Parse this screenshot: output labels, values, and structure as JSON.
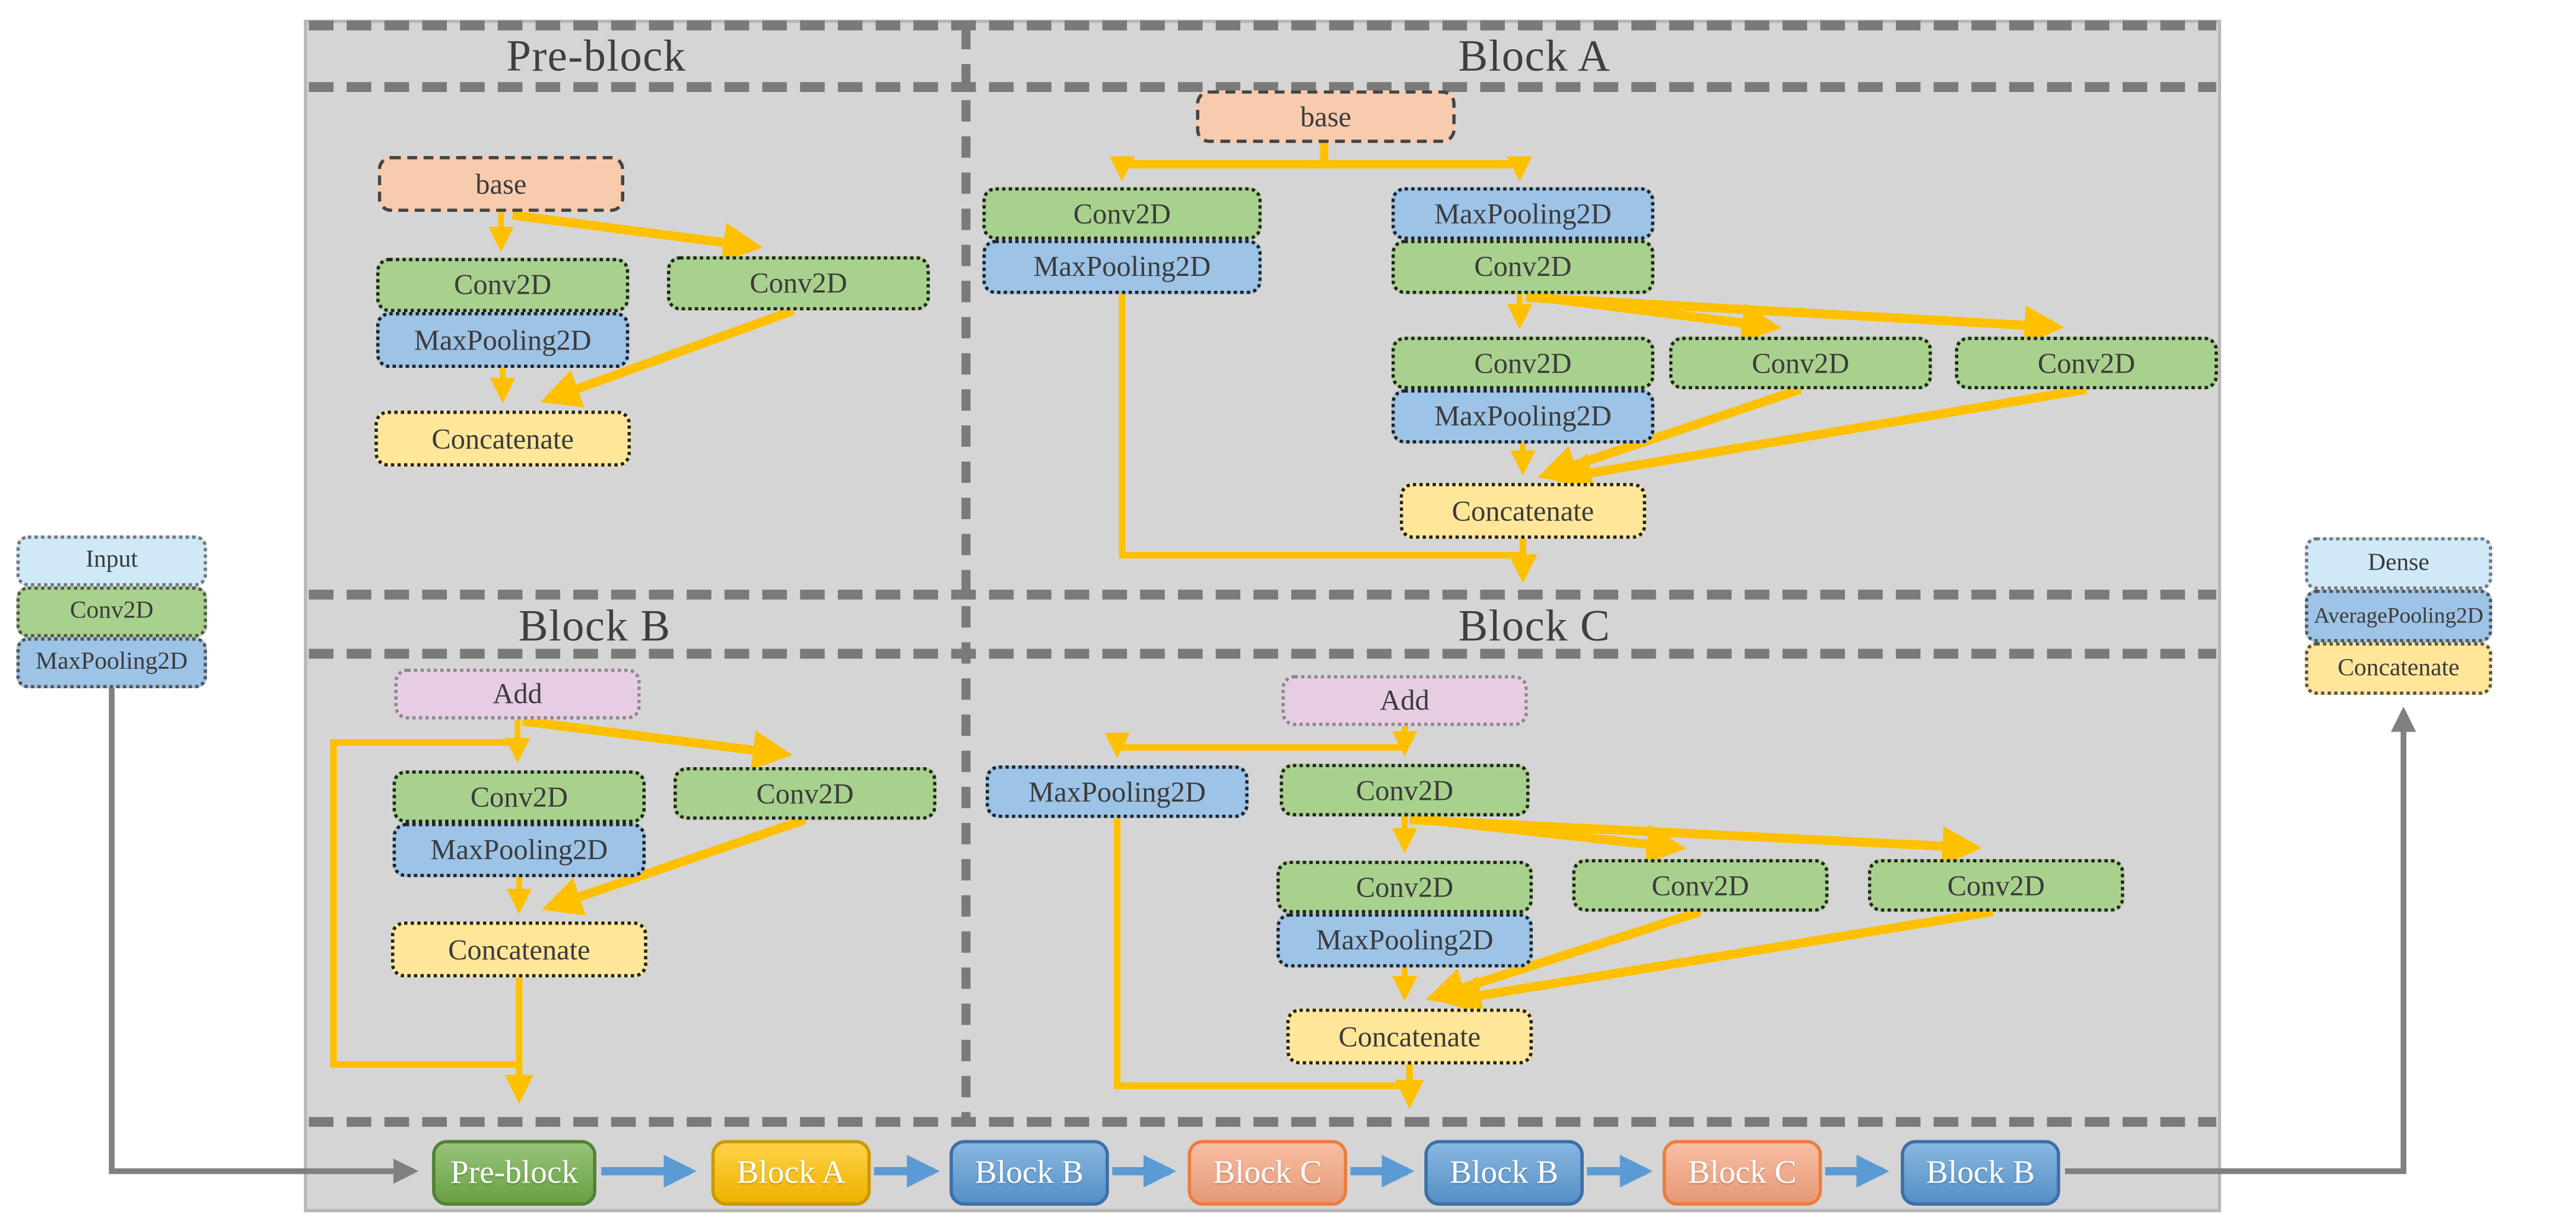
{
  "colors": {
    "panel_bg": "#d5d5d5",
    "panel_edge": "#b8b8b8",
    "dash": "#7a7a7a",
    "gold": "#ffc000",
    "gray": "#808080",
    "blue": "#5b9bd5",
    "node_base": "#f8cbad",
    "node_conv": "#a9d18e",
    "node_maxpool": "#9dc3e6",
    "node_concat": "#ffe699",
    "node_add": "#e7cde3",
    "node_input": "#cfe9f7",
    "pipe_green": "#70ad47",
    "pipe_gold": "#ffc000",
    "pipe_blue": "#5b9bd5",
    "pipe_salmon": "#f6a580",
    "title_text": "#3f3f3f",
    "node_text": "#3b3b3b",
    "pipe_text": "#ffffff"
  },
  "blocks": {
    "pre": {
      "title": "Pre-block",
      "base": "base",
      "conv1": "Conv2D",
      "maxpool1": "MaxPooling2D",
      "conv2": "Conv2D",
      "concat": "Concatenate"
    },
    "a": {
      "title": "Block A",
      "base": "base",
      "branch1_conv": "Conv2D",
      "branch1_maxpool": "MaxPooling2D",
      "branch2_maxpool": "MaxPooling2D",
      "branch2_conv": "Conv2D",
      "mid_conv": "Conv2D",
      "mid_maxpool": "MaxPooling2D",
      "side_conv1": "Conv2D",
      "side_conv2": "Conv2D",
      "concat": "Concatenate"
    },
    "b": {
      "title": "Block B",
      "add": "Add",
      "conv1": "Conv2D",
      "maxpool1": "MaxPooling2D",
      "conv2": "Conv2D",
      "concat": "Concatenate"
    },
    "c": {
      "title": "Block C",
      "add": "Add",
      "maxpool": "MaxPooling2D",
      "conv_top": "Conv2D",
      "mid_conv": "Conv2D",
      "mid_maxpool": "MaxPooling2D",
      "side_conv1": "Conv2D",
      "side_conv2": "Conv2D",
      "concat": "Concatenate"
    }
  },
  "legend_left": {
    "items": [
      {
        "label": "Input"
      },
      {
        "label": "Conv2D"
      },
      {
        "label": "MaxPooling2D"
      }
    ]
  },
  "legend_right": {
    "items": [
      {
        "label": "Dense"
      },
      {
        "label": "AveragePooling2D"
      },
      {
        "label": "Concatenate"
      }
    ]
  },
  "pipeline": {
    "items": [
      {
        "label": "Pre-block"
      },
      {
        "label": "Block A"
      },
      {
        "label": "Block B"
      },
      {
        "label": "Block C"
      },
      {
        "label": "Block B"
      },
      {
        "label": "Block C"
      },
      {
        "label": "Block B"
      }
    ]
  }
}
